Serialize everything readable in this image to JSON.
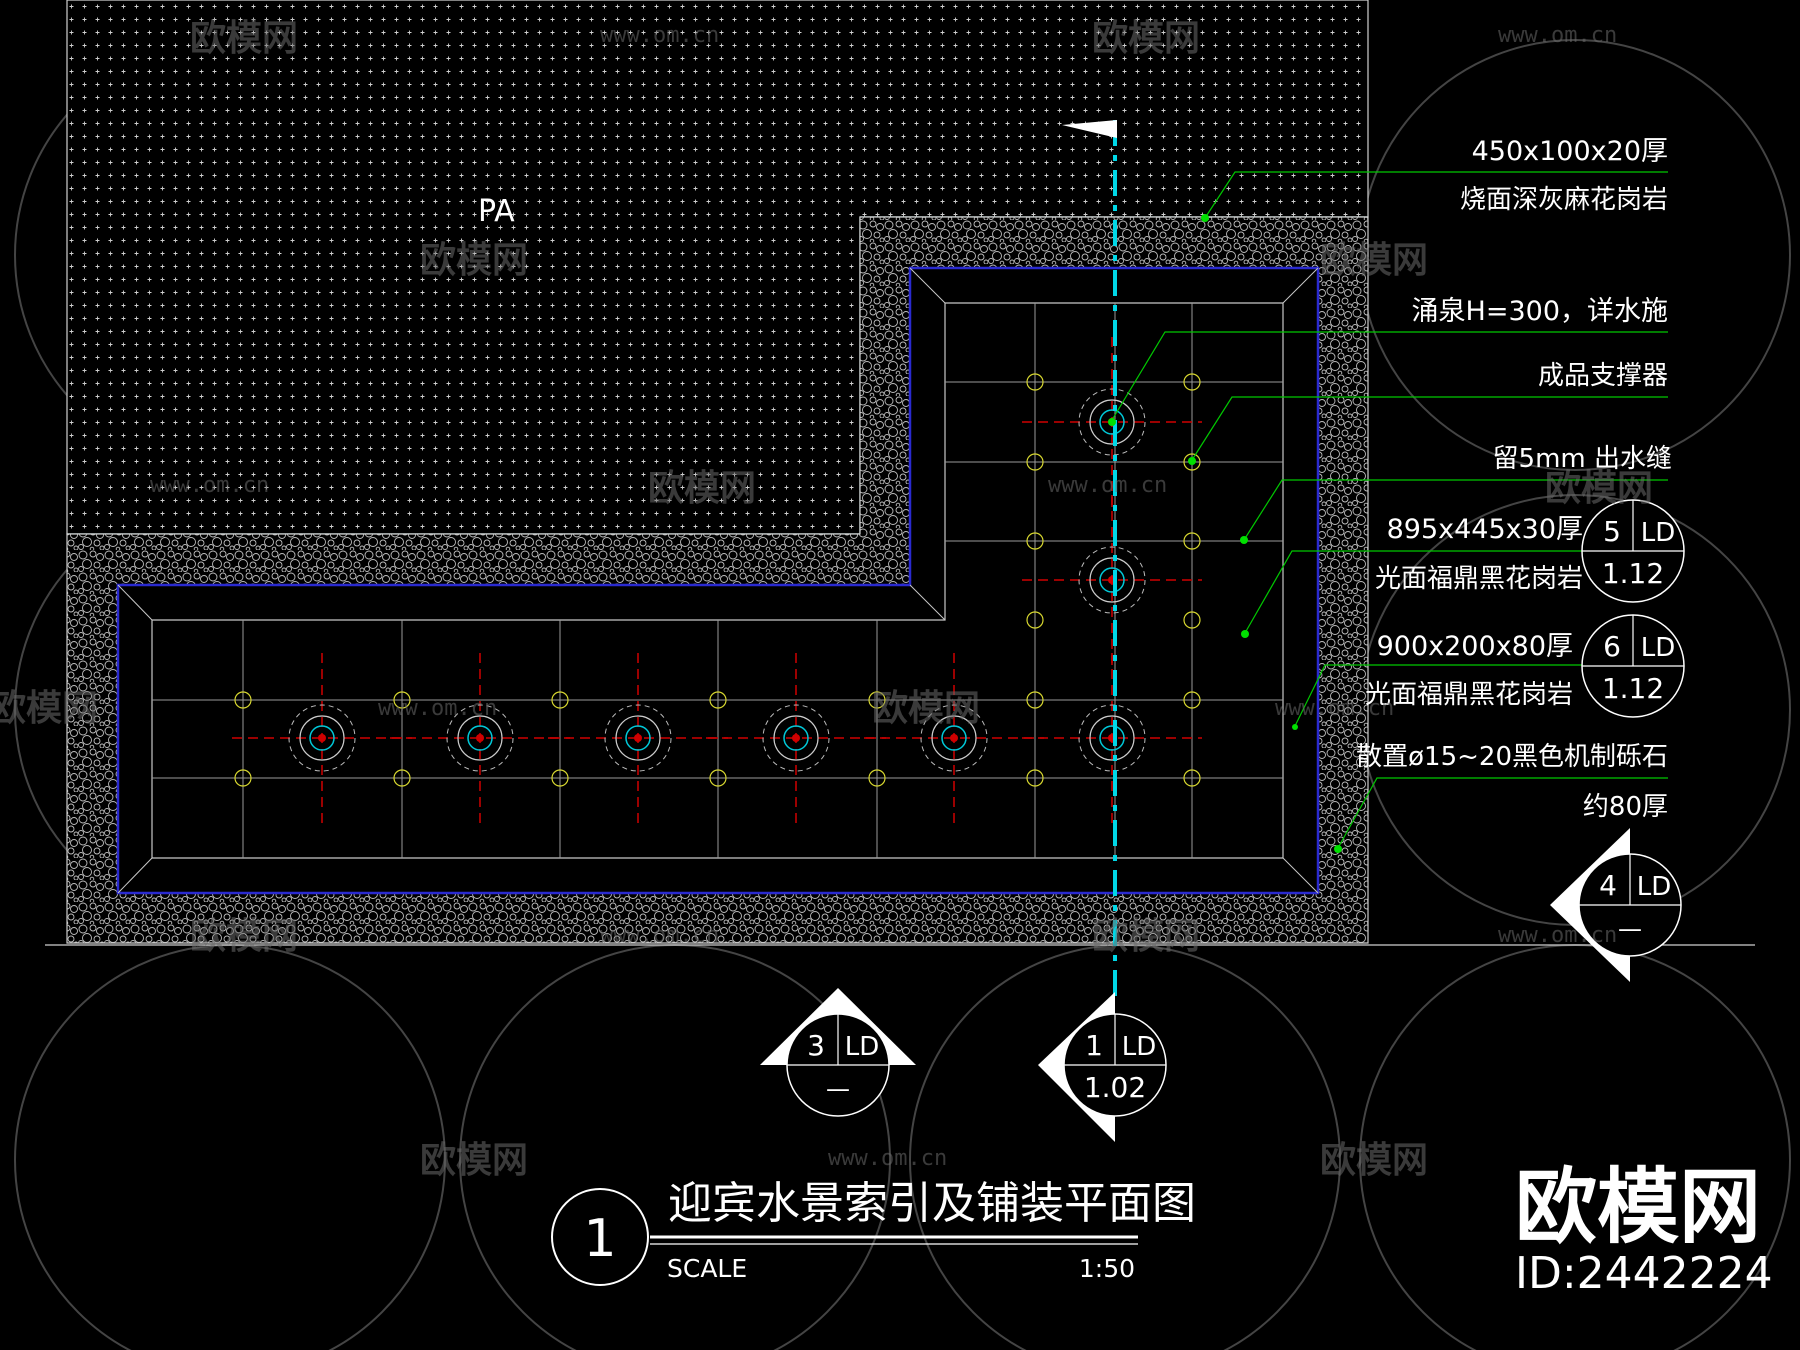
{
  "area_label": "PA",
  "annotations": [
    {
      "line1": "450x100x20厚",
      "line2": "烧面深灰麻花岗岩"
    },
    {
      "line1": "涌泉H=300，详水施",
      "line2": ""
    },
    {
      "line1": "成品支撑器",
      "line2": ""
    },
    {
      "line1": "留5mm 出水缝",
      "line2": ""
    },
    {
      "line1": "895x445x30厚",
      "line2": "光面福鼎黑花岗岩"
    },
    {
      "line1": "900x200x80厚",
      "line2": "光面福鼎黑花岗岩"
    },
    {
      "line1": "散置ø15~20黑色机制砾石",
      "line2": "约80厚"
    }
  ],
  "section_markers": [
    {
      "num": "5",
      "code": "LD",
      "sheet": "1.12"
    },
    {
      "num": "6",
      "code": "LD",
      "sheet": "1.12"
    },
    {
      "num": "4",
      "code": "LD",
      "sheet": "—"
    },
    {
      "num": "3",
      "code": "LD",
      "sheet": "—"
    },
    {
      "num": "1",
      "code": "LD",
      "sheet": "1.02"
    }
  ],
  "title_block": {
    "number": "1",
    "title": "迎宾水景索引及铺装平面图",
    "scale_label": "SCALE",
    "scale_value": "1:50"
  },
  "watermark": {
    "brand": "欧模网",
    "url": "www.om.cn",
    "big_brand": "欧模网",
    "id": "ID:2442224"
  },
  "colors": {
    "background": "#000000",
    "line_white": "#ffffff",
    "leader_green": "#00c800",
    "axis_cyan": "#00d8e8",
    "fountain_red": "#d00000",
    "pool_edge_blue": "#2020c0",
    "support_yellow": "#d8d830"
  }
}
